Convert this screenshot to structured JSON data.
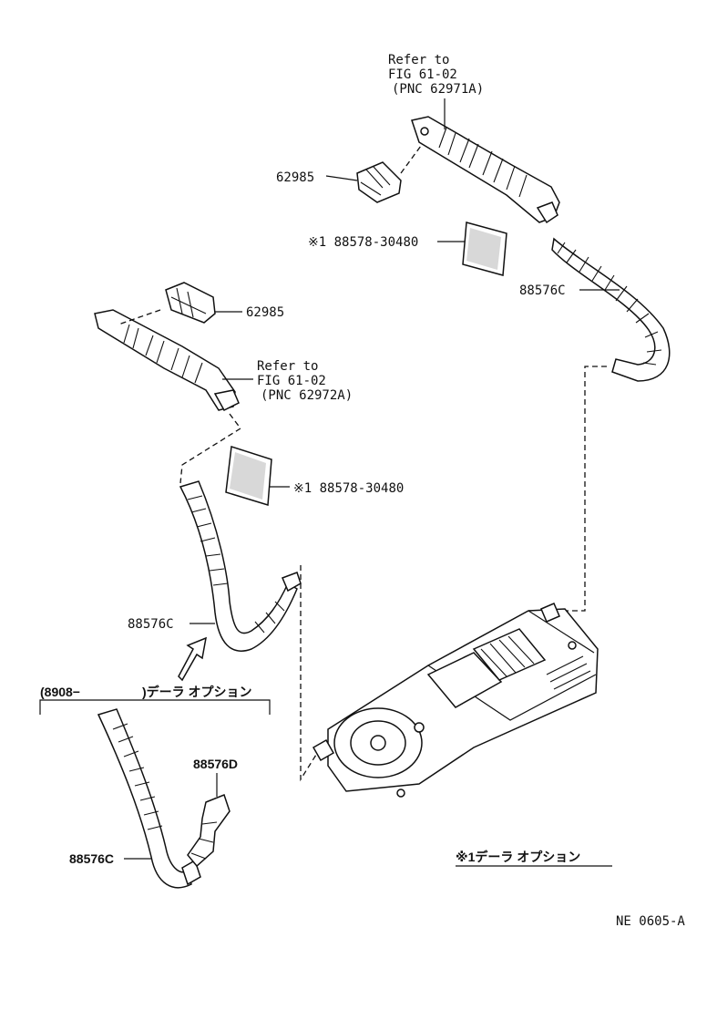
{
  "callouts": {
    "refer_top": [
      "Refer to",
      "FIG 61-02",
      "(PNC 62971A)"
    ],
    "refer_left": [
      "Refer to",
      "FIG 61-02",
      "(PNC 62972A)"
    ],
    "part_62985_top": "62985",
    "part_62985_left": "62985",
    "filter_top": "※1 88578-30480",
    "filter_left": "※1 88578-30480",
    "hose_right": "88576C",
    "hose_left": "88576C",
    "hose_option": "88576C",
    "hose_option_d": "88576D"
  },
  "option_bracket": {
    "prefix": "(8908−",
    "suffix": ")デーラ  オプション"
  },
  "footnote": "※1デーラ  オプション",
  "figure_code": "NE  0605-A"
}
